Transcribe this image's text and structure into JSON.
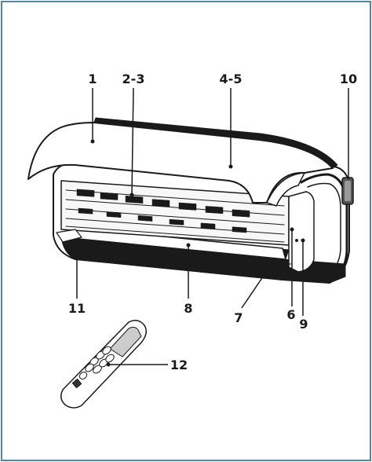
{
  "callouts": {
    "c1": "1",
    "c2": "2-3",
    "c4": "4-5",
    "c10": "10",
    "c11": "11",
    "c8": "8",
    "c7": "7",
    "c6": "6",
    "c9": "9",
    "c12": "12"
  },
  "colors": {
    "border": "#5a8499",
    "ink": "#1a1a1a",
    "panel": "#f2f2f2",
    "remote_accent": "#d9d9d9"
  }
}
